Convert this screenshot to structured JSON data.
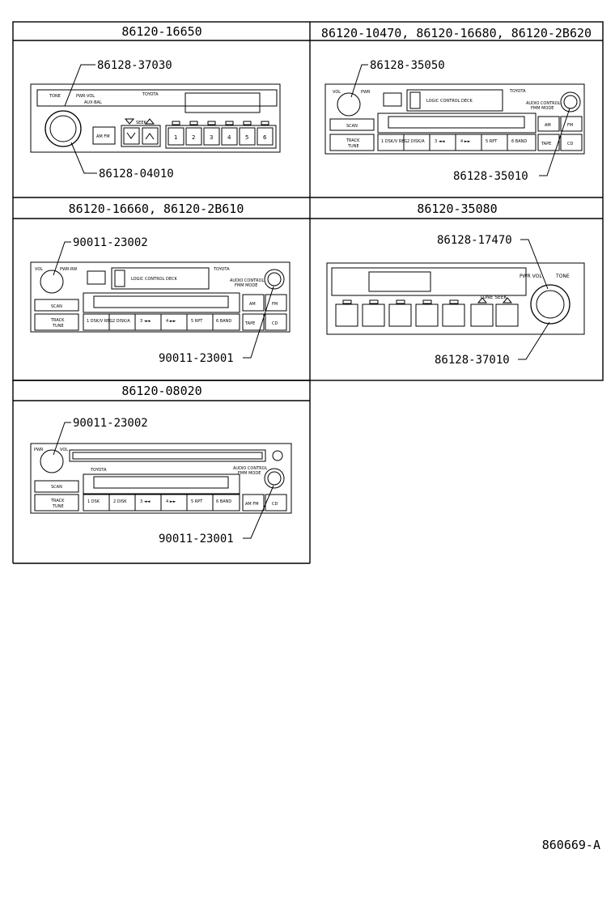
{
  "headers": {
    "p1": "86120-16650",
    "p2": "86120-10470, 86120-16680, 86120-2B620",
    "p3": "86120-16660, 86120-2B610",
    "p4": "86120-35080",
    "p5": "86120-08020"
  },
  "callouts": {
    "p1_top": "86128-37030",
    "p1_bottom": "86128-04010",
    "p2_top": "86128-35050",
    "p2_bottom": "86128-35010",
    "p3_top": "90011-23002",
    "p3_bottom": "90011-23001",
    "p4_top": "86128-17470",
    "p4_bottom": "86128-37010",
    "p5_top": "90011-23002",
    "p5_bottom": "90011-23001"
  },
  "radio_text": {
    "toyota": "TOYOTA",
    "tone": "TONE",
    "pwr_vol": "PWR·VOL",
    "pwr_vol_space": "PWR VOL",
    "vol": "VOL",
    "pwr": "PWR",
    "pwr_rw": "PWR·RW",
    "aux": "AUX·BAL",
    "am_fm": "AM FM",
    "seek": "SEEK",
    "scan": "SCAN",
    "track": "TRACK",
    "tune": "TUNE",
    "logic_deck": "LOGIC CONTROL DECK",
    "audio_control": "AUDIO CONTROL",
    "fmm_mode": "FMM MODE",
    "am": "AM",
    "fm": "FM",
    "tape": "TAPE",
    "cd": "CD",
    "am_fm_short": "AM FM",
    "tune_seek": "TUNE SEEK",
    "p1_nums": [
      "1",
      "2",
      "3",
      "4",
      "5",
      "6"
    ],
    "presets": [
      "1 DSK/V REG",
      "2 DISK/A",
      "3 ◄◄",
      "4 ►►",
      "5 RPT",
      "6 BAND"
    ],
    "presets5": [
      "1 DSK",
      "2 DISK",
      "3 ◄◄",
      "4 ►►",
      "5 RPT",
      "6 BAND"
    ]
  },
  "footer": "860669-A"
}
